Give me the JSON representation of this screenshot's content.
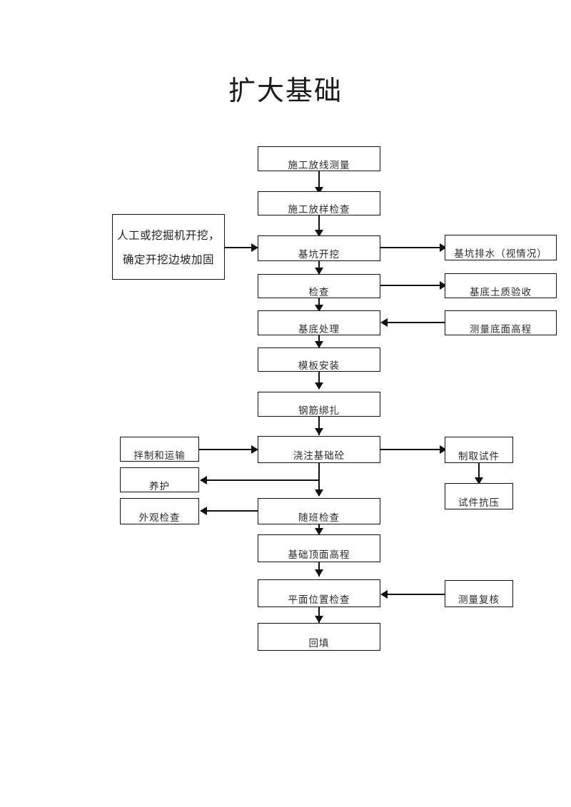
{
  "page": {
    "title": "扩大基础",
    "title_name": "spread-foundation-flowchart-title"
  },
  "flowchart": {
    "type": "process-flow-diagram",
    "colors": {
      "border": "#111111",
      "background": "#ffffff",
      "text": "#2b2b2b"
    },
    "main_column": [
      {
        "id": "n1",
        "label": "施工放线测量"
      },
      {
        "id": "n2",
        "label": "施工放样检查"
      },
      {
        "id": "n3",
        "label": "基坑开挖"
      },
      {
        "id": "n4",
        "label": "检查"
      },
      {
        "id": "n5",
        "label": "基底处理"
      },
      {
        "id": "n6",
        "label": "模板安装"
      },
      {
        "id": "n7",
        "label": "钢筋绑扎"
      },
      {
        "id": "n8",
        "label": "浇注基础砼"
      },
      {
        "id": "n9",
        "label": "随班检查"
      },
      {
        "id": "n10",
        "label": "基础顶面高程"
      },
      {
        "id": "n11",
        "label": "平面位置检查"
      },
      {
        "id": "n12",
        "label": "回填"
      }
    ],
    "right_column": [
      {
        "id": "r1",
        "label": "基坑排水（视情况）"
      },
      {
        "id": "r2",
        "label": "基底土质验收"
      },
      {
        "id": "r3",
        "label": "测量底面高程"
      },
      {
        "id": "r4",
        "label": "制取试件"
      },
      {
        "id": "r5",
        "label": "试件抗压"
      },
      {
        "id": "r6",
        "label": "测量复核"
      }
    ],
    "left_column": [
      {
        "id": "l1",
        "label": "拌制和运输"
      },
      {
        "id": "l2",
        "label": "养护"
      },
      {
        "id": "l3",
        "label": "外观检查"
      }
    ],
    "callout": {
      "id": "c1",
      "line1": "人工或挖掘机开挖，",
      "line2": "确定开挖边坡加固"
    }
  }
}
